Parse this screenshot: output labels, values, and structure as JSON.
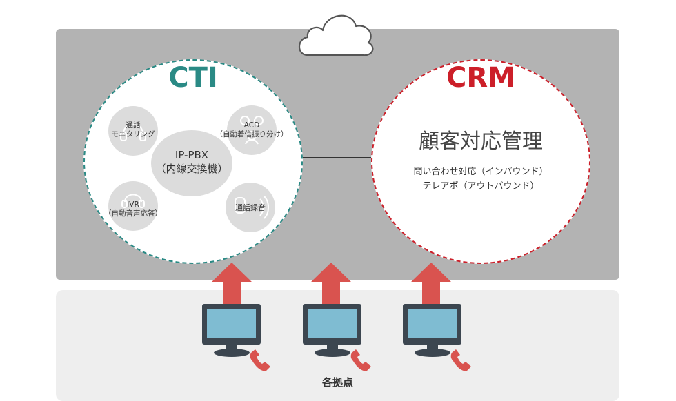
{
  "cti": {
    "title": "CTI",
    "core": {
      "line1": "IP-PBX",
      "line2": "（内線交換機）"
    },
    "features": [
      {
        "line1": "通話",
        "line2": "モニタリング"
      },
      {
        "line1": "ACD",
        "line2": "（自動着信振り分け）"
      },
      {
        "line1": "IVR",
        "line2": "（自動音声応答）"
      },
      {
        "line1": "通話録音",
        "line2": ""
      }
    ]
  },
  "crm": {
    "title": "CRM",
    "subtitle": "顧客対応管理",
    "lines": [
      "問い合わせ対応（インバウンド）",
      "テレアポ（アウトバウンド）"
    ]
  },
  "sites": {
    "label": "各拠点"
  },
  "colors": {
    "cti": "#2a8a85",
    "crm": "#cc1f29",
    "arrow": "#d9534f",
    "monitor": "#3c4650",
    "screen": "#7fbcd2"
  },
  "icons": [
    "cloud-icon",
    "headset-icon",
    "people-icon",
    "sound-icon",
    "monitor-icon",
    "phone-icon",
    "up-arrow-icon"
  ]
}
